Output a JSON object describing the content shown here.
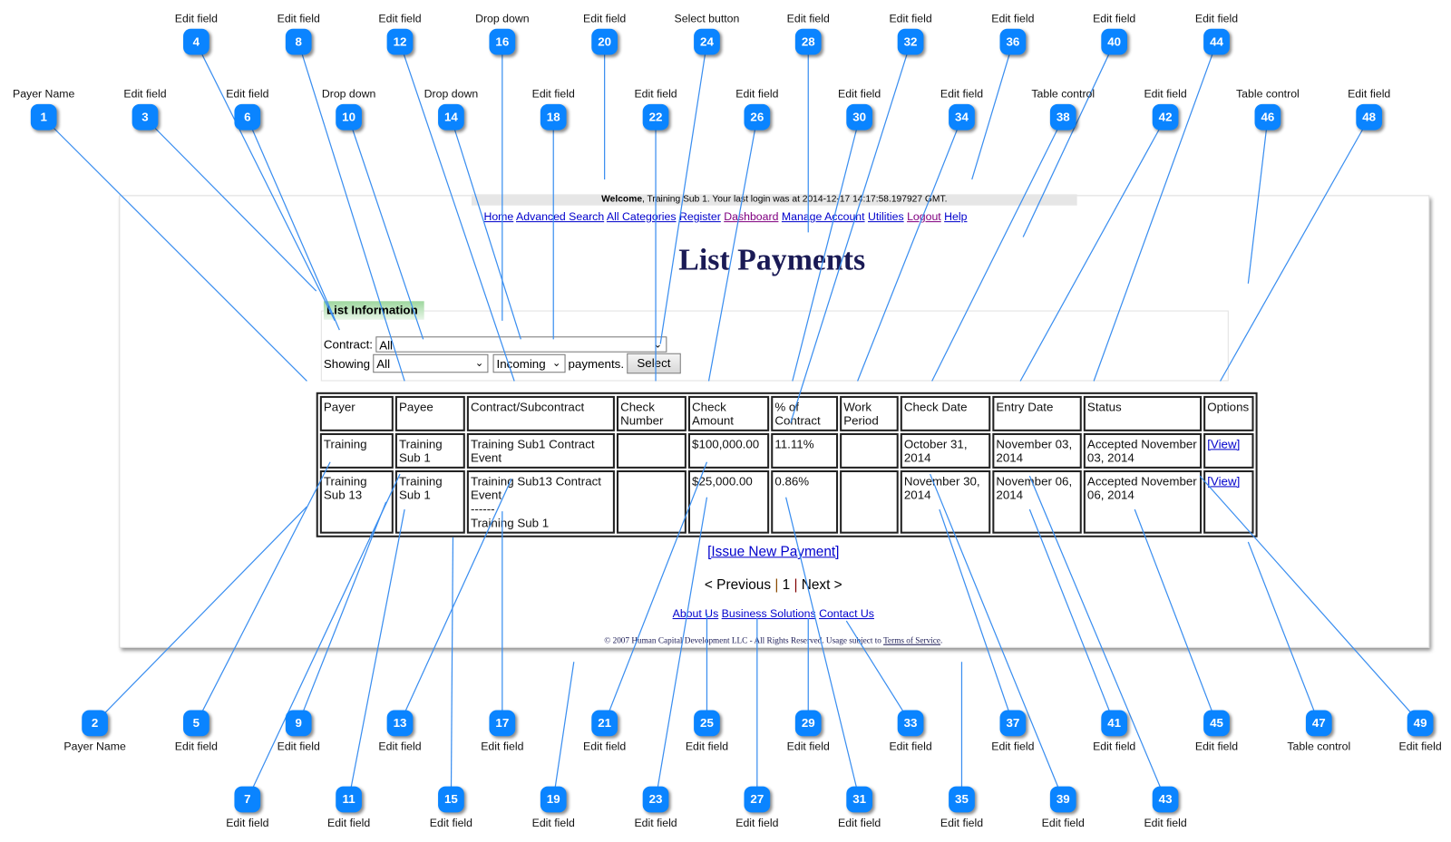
{
  "header": {
    "welcome_bold": "Welcome",
    "welcome_rest": ", Training Sub 1. Your last login was at 2014-12-17 14:17:58.197927 GMT.",
    "nav": [
      "Home",
      "Advanced Search",
      "All Categories",
      "Register",
      "Dashboard",
      "Manage Account",
      "Utilities",
      "Logout",
      "Help"
    ]
  },
  "page_title": "List Payments",
  "list_info": {
    "legend": "List Information",
    "contract_label": "Contract:",
    "contract_value": "All",
    "showing_label": "Showing",
    "showing_value": "All",
    "direction_value": "Incoming",
    "payments_label": "payments.",
    "select_button": "Select"
  },
  "table": {
    "headers": [
      "Payer",
      "Payee",
      "Contract/Subcontract",
      "Check Number",
      "Check Amount",
      "% of Contract",
      "Work Period",
      "Check Date",
      "Entry Date",
      "Status",
      "Options"
    ],
    "rows": [
      {
        "payer": "Training",
        "payee": "Training Sub 1",
        "contract": "Training Sub1 Contract Event",
        "contract_sep": "",
        "contract_sub": "",
        "check_number": "",
        "check_amount": "$100,000.00",
        "pct": "11.11%",
        "work_period": "",
        "check_date": "October 31, 2014",
        "entry_date": "November 03, 2014",
        "status": "Accepted November 03, 2014",
        "option": "[View]"
      },
      {
        "payer": "Training Sub 13",
        "payee": "Training Sub 1",
        "contract": "Training Sub13 Contract Event",
        "contract_sep": "------",
        "contract_sub": "Training Sub 1",
        "check_number": "",
        "check_amount": "$25,000.00",
        "pct": "0.86%",
        "work_period": "",
        "check_date": "November 30, 2014",
        "entry_date": "November 06, 2014",
        "status": "Accepted November 06, 2014",
        "option": "[View]"
      }
    ]
  },
  "issue_link": "[Issue New Payment]",
  "pager": {
    "prev": "< Previous",
    "sep": "|",
    "page": "1",
    "next": "Next >"
  },
  "footer": {
    "links": [
      "About Us",
      "Business Solutions",
      "Contact Us"
    ],
    "copyright": "© 2007 Human Capital Development LLC - All Rights Reserved. Usage subject to ",
    "tos": "Terms of Service",
    "period": "."
  },
  "callouts": [
    {
      "n": "1",
      "label": "Payer Name"
    },
    {
      "n": "2",
      "label": "Payer Name"
    },
    {
      "n": "3",
      "label": "Edit field"
    },
    {
      "n": "4",
      "label": "Edit field"
    },
    {
      "n": "5",
      "label": "Edit field"
    },
    {
      "n": "6",
      "label": "Edit field"
    },
    {
      "n": "7",
      "label": "Edit field"
    },
    {
      "n": "8",
      "label": "Edit field"
    },
    {
      "n": "9",
      "label": "Edit field"
    },
    {
      "n": "10",
      "label": "Drop down"
    },
    {
      "n": "11",
      "label": "Edit field"
    },
    {
      "n": "12",
      "label": "Edit field"
    },
    {
      "n": "13",
      "label": "Edit field"
    },
    {
      "n": "14",
      "label": "Drop down"
    },
    {
      "n": "15",
      "label": "Edit field"
    },
    {
      "n": "16",
      "label": "Drop down"
    },
    {
      "n": "17",
      "label": "Edit field"
    },
    {
      "n": "18",
      "label": "Edit field"
    },
    {
      "n": "19",
      "label": "Edit field"
    },
    {
      "n": "20",
      "label": "Edit field"
    },
    {
      "n": "21",
      "label": "Edit field"
    },
    {
      "n": "22",
      "label": "Edit field"
    },
    {
      "n": "23",
      "label": "Edit field"
    },
    {
      "n": "24",
      "label": "Select button"
    },
    {
      "n": "25",
      "label": "Edit field"
    },
    {
      "n": "26",
      "label": "Edit field"
    },
    {
      "n": "27",
      "label": "Edit field"
    },
    {
      "n": "28",
      "label": "Edit field"
    },
    {
      "n": "29",
      "label": "Edit field"
    },
    {
      "n": "30",
      "label": "Edit field"
    },
    {
      "n": "31",
      "label": "Edit field"
    },
    {
      "n": "32",
      "label": "Edit field"
    },
    {
      "n": "33",
      "label": "Edit field"
    },
    {
      "n": "34",
      "label": "Edit field"
    },
    {
      "n": "35",
      "label": "Edit field"
    },
    {
      "n": "36",
      "label": "Edit field"
    },
    {
      "n": "37",
      "label": "Edit field"
    },
    {
      "n": "38",
      "label": "Table control"
    },
    {
      "n": "39",
      "label": "Edit field"
    },
    {
      "n": "40",
      "label": "Edit field"
    },
    {
      "n": "41",
      "label": "Edit field"
    },
    {
      "n": "42",
      "label": "Edit field"
    },
    {
      "n": "43",
      "label": "Edit field"
    },
    {
      "n": "44",
      "label": "Edit field"
    },
    {
      "n": "45",
      "label": "Edit field"
    },
    {
      "n": "46",
      "label": "Table control"
    },
    {
      "n": "47",
      "label": "Table control"
    },
    {
      "n": "48",
      "label": "Edit field"
    },
    {
      "n": "49",
      "label": "Edit field"
    }
  ],
  "colors": {
    "badge": "#0a84ff",
    "link": "#0000cc",
    "visited": "#800080",
    "title": "#1a1a55"
  }
}
